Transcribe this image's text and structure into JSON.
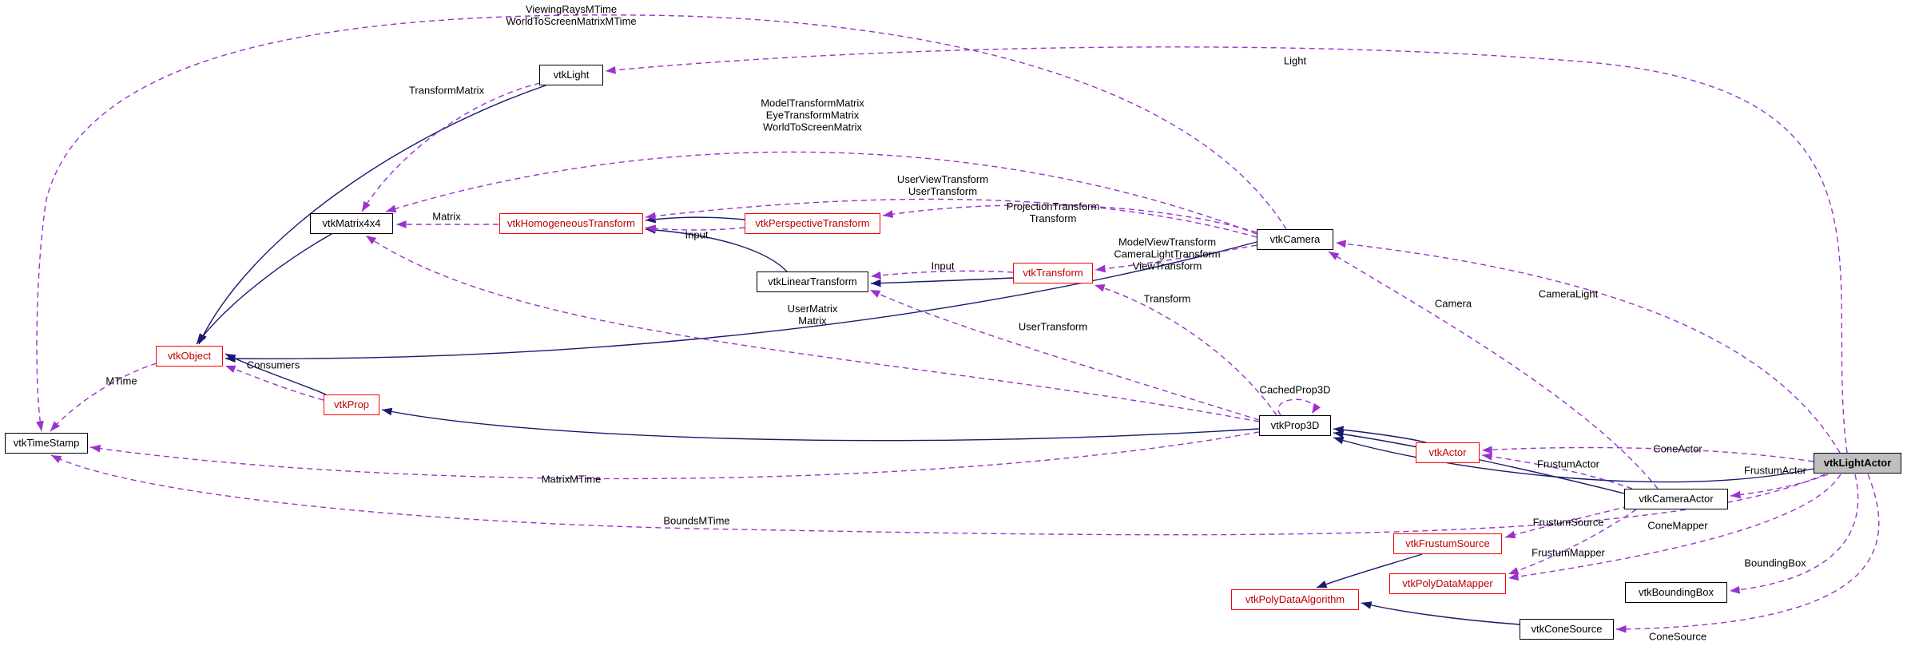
{
  "diagram": {
    "type": "collaboration-graph",
    "root_class": "vtkLightActor",
    "colors": {
      "inheritance_edge": "#191970",
      "collaboration_edge": "#9a32cd",
      "node_border": "#000000",
      "truncated_node_border": "#ff0000",
      "selected_node_bg": "#bfbfbf"
    },
    "nodes": {
      "vtkLight": {
        "label": "vtkLight",
        "style": "normal"
      },
      "vtkMatrix4x4": {
        "label": "vtkMatrix4x4",
        "style": "normal"
      },
      "vtkHomogeneousTransform": {
        "label": "vtkHomogeneousTransform",
        "style": "truncated"
      },
      "vtkPerspectiveTransform": {
        "label": "vtkPerspectiveTransform",
        "style": "truncated"
      },
      "vtkCamera": {
        "label": "vtkCamera",
        "style": "normal"
      },
      "vtkLinearTransform": {
        "label": "vtkLinearTransform",
        "style": "normal"
      },
      "vtkTransform": {
        "label": "vtkTransform",
        "style": "truncated"
      },
      "vtkObject": {
        "label": "vtkObject",
        "style": "truncated"
      },
      "vtkProp": {
        "label": "vtkProp",
        "style": "truncated"
      },
      "vtkTimeStamp": {
        "label": "vtkTimeStamp",
        "style": "normal"
      },
      "vtkProp3D": {
        "label": "vtkProp3D",
        "style": "normal"
      },
      "vtkActor": {
        "label": "vtkActor",
        "style": "truncated"
      },
      "vtkCameraActor": {
        "label": "vtkCameraActor",
        "style": "normal"
      },
      "vtkLightActor": {
        "label": "vtkLightActor",
        "style": "selected"
      },
      "vtkFrustumSource": {
        "label": "vtkFrustumSource",
        "style": "truncated"
      },
      "vtkPolyDataMapper": {
        "label": "vtkPolyDataMapper",
        "style": "truncated"
      },
      "vtkPolyDataAlgorithm": {
        "label": "vtkPolyDataAlgorithm",
        "style": "truncated"
      },
      "vtkBoundingBox": {
        "label": "vtkBoundingBox",
        "style": "normal"
      },
      "vtkConeSource": {
        "label": "vtkConeSource",
        "style": "normal"
      }
    },
    "edges": [
      {
        "from": "vtkCamera",
        "to": "vtkTimeStamp",
        "label": "ViewingRaysMTime\nWorldToScreenMatrixMTime",
        "type": "usage"
      },
      {
        "from": "vtkLightActor",
        "to": "vtkLight",
        "label": "Light",
        "type": "usage"
      },
      {
        "from": "vtkLight",
        "to": "vtkMatrix4x4",
        "label": "TransformMatrix",
        "type": "usage"
      },
      {
        "from": "vtkCamera",
        "to": "vtkMatrix4x4",
        "label": "ModelTransformMatrix\nEyeTransformMatrix\nWorldToScreenMatrix",
        "type": "usage"
      },
      {
        "from": "vtkCamera",
        "to": "vtkHomogeneousTransform",
        "label": "UserViewTransform\nUserTransform",
        "type": "usage"
      },
      {
        "from": "vtkHomogeneousTransform",
        "to": "vtkMatrix4x4",
        "label": "Matrix",
        "type": "usage"
      },
      {
        "from": "vtkPerspectiveTransform",
        "to": "vtkHomogeneousTransform",
        "label": "Input",
        "type": "usage"
      },
      {
        "from": "vtkCamera",
        "to": "vtkPerspectiveTransform",
        "label": "ProjectionTransform\nTransform",
        "type": "usage"
      },
      {
        "from": "vtkCamera",
        "to": "vtkTransform",
        "label": "ModelViewTransform\nCameraLightTransform\nViewTransform",
        "type": "usage"
      },
      {
        "from": "vtkTransform",
        "to": "vtkLinearTransform",
        "label": "Input",
        "type": "usage"
      },
      {
        "from": "vtkProp3D",
        "to": "vtkMatrix4x4",
        "label": "UserMatrix\nMatrix",
        "type": "usage"
      },
      {
        "from": "vtkProp3D",
        "to": "vtkTransform",
        "label": "Transform",
        "type": "usage"
      },
      {
        "from": "vtkProp3D",
        "to": "vtkLinearTransform",
        "label": "UserTransform",
        "type": "usage"
      },
      {
        "from": "vtkProp",
        "to": "vtkObject",
        "label": "Consumers",
        "type": "usage"
      },
      {
        "from": "vtkObject",
        "to": "vtkTimeStamp",
        "label": "MTime",
        "type": "usage"
      },
      {
        "from": "vtkProp3D",
        "to": "vtkProp3D",
        "label": "CachedProp3D",
        "type": "usage"
      },
      {
        "from": "vtkCameraActor",
        "to": "vtkCamera",
        "label": "Camera",
        "type": "usage"
      },
      {
        "from": "vtkLightActor",
        "to": "vtkCamera",
        "label": "CameraLight",
        "type": "usage"
      },
      {
        "from": "vtkLightActor",
        "to": "vtkActor",
        "label": "ConeActor",
        "type": "usage"
      },
      {
        "from": "vtkCameraActor",
        "to": "vtkActor",
        "label": "FrustumActor",
        "type": "usage"
      },
      {
        "from": "vtkLightActor",
        "to": "vtkCameraActor",
        "label": "FrustumActor",
        "type": "usage"
      },
      {
        "from": "vtkProp3D",
        "to": "vtkTimeStamp",
        "label": "MatrixMTime",
        "type": "usage"
      },
      {
        "from": "vtkCameraActor",
        "to": "vtkFrustumSource",
        "label": "FrustumSource",
        "type": "usage"
      },
      {
        "from": "vtkLightActor",
        "to": "vtkPolyDataMapper",
        "label": "ConeMapper",
        "type": "usage"
      },
      {
        "from": "vtkLightActor",
        "to": "vtkTimeStamp",
        "label": "BoundsMTime",
        "type": "usage"
      },
      {
        "from": "vtkCameraActor",
        "to": "vtkPolyDataMapper",
        "label": "FrustumMapper",
        "type": "usage"
      },
      {
        "from": "vtkLightActor",
        "to": "vtkBoundingBox",
        "label": "BoundingBox",
        "type": "usage"
      },
      {
        "from": "vtkLightActor",
        "to": "vtkConeSource",
        "label": "ConeSource",
        "type": "usage"
      },
      {
        "from": "vtkLight",
        "to": "vtkObject",
        "label": "",
        "type": "inheritance"
      },
      {
        "from": "vtkMatrix4x4",
        "to": "vtkObject",
        "label": "",
        "type": "inheritance"
      },
      {
        "from": "vtkCamera",
        "to": "vtkObject",
        "label": "",
        "type": "inheritance"
      },
      {
        "from": "vtkPerspectiveTransform",
        "to": "vtkHomogeneousTransform",
        "label": "",
        "type": "inheritance"
      },
      {
        "from": "vtkLinearTransform",
        "to": "vtkHomogeneousTransform",
        "label": "",
        "type": "inheritance"
      },
      {
        "from": "vtkTransform",
        "to": "vtkLinearTransform",
        "label": "",
        "type": "inheritance"
      },
      {
        "from": "vtkProp",
        "to": "vtkObject",
        "label": "",
        "type": "inheritance"
      },
      {
        "from": "vtkProp3D",
        "to": "vtkProp",
        "label": "",
        "type": "inheritance"
      },
      {
        "from": "vtkActor",
        "to": "vtkProp3D",
        "label": "",
        "type": "inheritance"
      },
      {
        "from": "vtkCameraActor",
        "to": "vtkProp3D",
        "label": "",
        "type": "inheritance"
      },
      {
        "from": "vtkLightActor",
        "to": "vtkProp3D",
        "label": "",
        "type": "inheritance"
      },
      {
        "from": "vtkFrustumSource",
        "to": "vtkPolyDataAlgorithm",
        "label": "",
        "type": "inheritance"
      },
      {
        "from": "vtkConeSource",
        "to": "vtkPolyDataAlgorithm",
        "label": "",
        "type": "inheritance"
      }
    ]
  }
}
